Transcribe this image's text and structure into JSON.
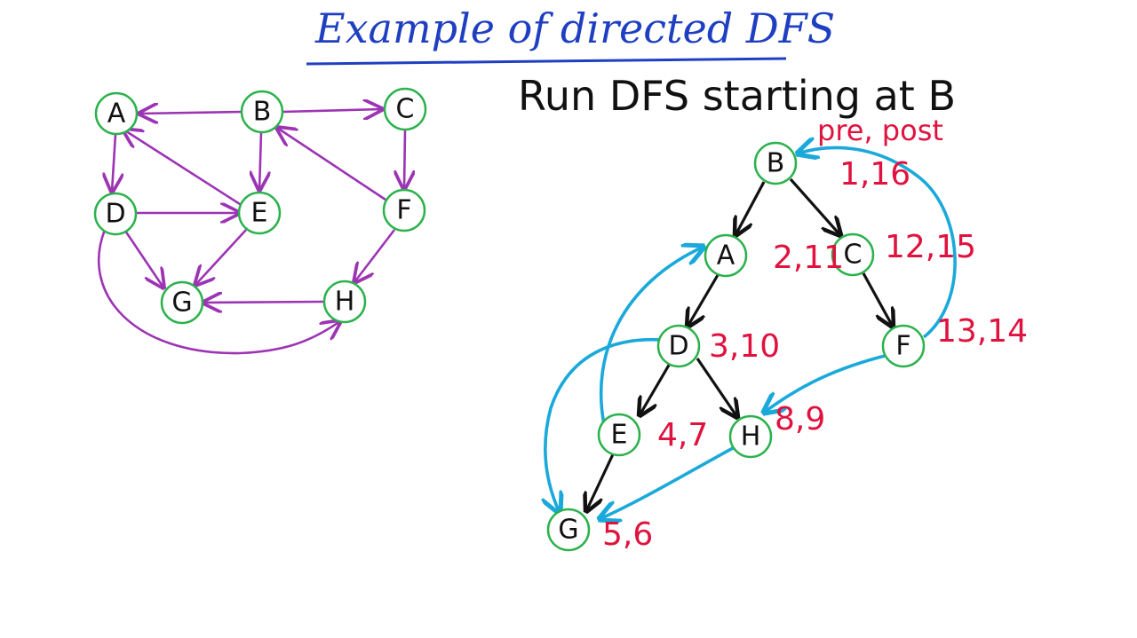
{
  "title": "Example of directed DFS",
  "subtitle": "Run DFS starting at B",
  "legend_label": "pre, post",
  "colors": {
    "title": "#1f3fc2",
    "graph_edges": "#9c34b4",
    "tree_edges": "#111111",
    "back_cross_edges": "#1aa9da",
    "node_ring": "#2bb24c",
    "annotations": "#e0123e"
  },
  "graph": {
    "nodes": [
      "A",
      "B",
      "C",
      "D",
      "E",
      "F",
      "G",
      "H"
    ],
    "edges": [
      [
        "B",
        "A"
      ],
      [
        "B",
        "C"
      ],
      [
        "B",
        "E"
      ],
      [
        "A",
        "D"
      ],
      [
        "E",
        "A"
      ],
      [
        "D",
        "E"
      ],
      [
        "D",
        "G"
      ],
      [
        "D",
        "H"
      ],
      [
        "E",
        "G"
      ],
      [
        "C",
        "F"
      ],
      [
        "F",
        "B"
      ],
      [
        "F",
        "H"
      ],
      [
        "H",
        "G"
      ]
    ]
  },
  "dfs_tree": {
    "nodes": [
      {
        "id": "B",
        "label": "B",
        "prepost": "1,16"
      },
      {
        "id": "A",
        "label": "A",
        "prepost": "2,11"
      },
      {
        "id": "C",
        "label": "C",
        "prepost": "12,15"
      },
      {
        "id": "D",
        "label": "D",
        "prepost": "3,10"
      },
      {
        "id": "F",
        "label": "F",
        "prepost": "13,14"
      },
      {
        "id": "E",
        "label": "E",
        "prepost": "4,7"
      },
      {
        "id": "H",
        "label": "H",
        "prepost": "8,9"
      },
      {
        "id": "G",
        "label": "G",
        "prepost": "5,6"
      }
    ],
    "tree_edges": [
      [
        "B",
        "A"
      ],
      [
        "B",
        "C"
      ],
      [
        "A",
        "D"
      ],
      [
        "C",
        "F"
      ],
      [
        "D",
        "E"
      ],
      [
        "D",
        "H"
      ],
      [
        "E",
        "G"
      ]
    ],
    "non_tree_edges": [
      [
        "F",
        "B"
      ],
      [
        "E",
        "A"
      ],
      [
        "D",
        "G"
      ],
      [
        "F",
        "H"
      ],
      [
        "H",
        "G"
      ]
    ]
  }
}
